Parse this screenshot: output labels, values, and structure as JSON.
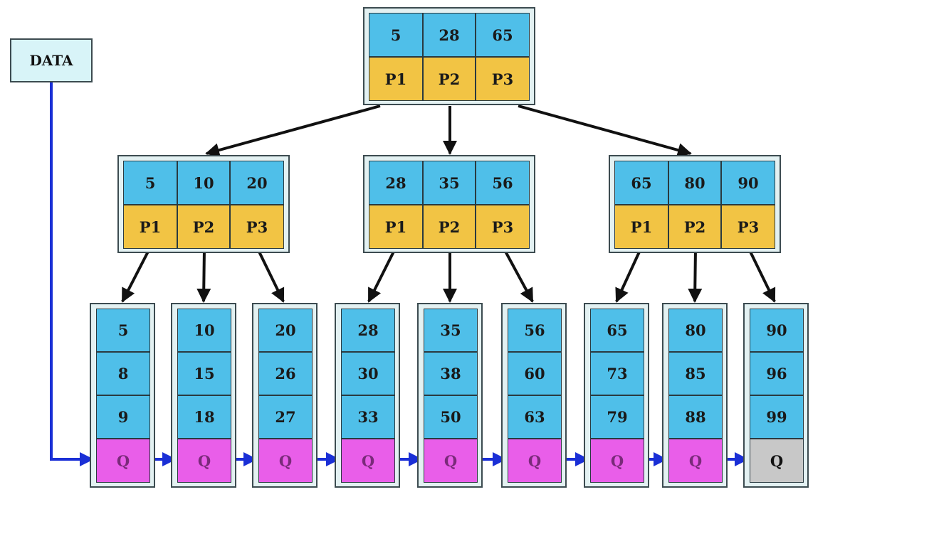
{
  "data_label": "DATA",
  "root": {
    "keys": [
      "5",
      "28",
      "65"
    ],
    "pointers": [
      "P1",
      "P2",
      "P3"
    ]
  },
  "internal": [
    {
      "keys": [
        "5",
        "10",
        "20"
      ],
      "pointers": [
        "P1",
        "P2",
        "P3"
      ]
    },
    {
      "keys": [
        "28",
        "35",
        "56"
      ],
      "pointers": [
        "P1",
        "P2",
        "P3"
      ]
    },
    {
      "keys": [
        "65",
        "80",
        "90"
      ],
      "pointers": [
        "P1",
        "P2",
        "P3"
      ]
    }
  ],
  "leaves": [
    {
      "keys": [
        "5",
        "8",
        "9"
      ],
      "q": "Q"
    },
    {
      "keys": [
        "10",
        "15",
        "18"
      ],
      "q": "Q"
    },
    {
      "keys": [
        "20",
        "26",
        "27"
      ],
      "q": "Q"
    },
    {
      "keys": [
        "28",
        "30",
        "33"
      ],
      "q": "Q"
    },
    {
      "keys": [
        "35",
        "38",
        "50"
      ],
      "q": "Q"
    },
    {
      "keys": [
        "56",
        "60",
        "63"
      ],
      "q": "Q"
    },
    {
      "keys": [
        "65",
        "73",
        "79"
      ],
      "q": "Q"
    },
    {
      "keys": [
        "80",
        "85",
        "88"
      ],
      "q": "Q"
    },
    {
      "keys": [
        "90",
        "96",
        "99"
      ],
      "q": "Q"
    }
  ],
  "colors": {
    "key": "#4fbfe9",
    "pointer": "#f2c444",
    "leaf_link": "#e95ee9",
    "leaf_link_end": "#c8c8c8",
    "node_frame": "#e3f1f2",
    "black_arrow": "#111111",
    "blue_arrow": "#1a2fd6"
  }
}
